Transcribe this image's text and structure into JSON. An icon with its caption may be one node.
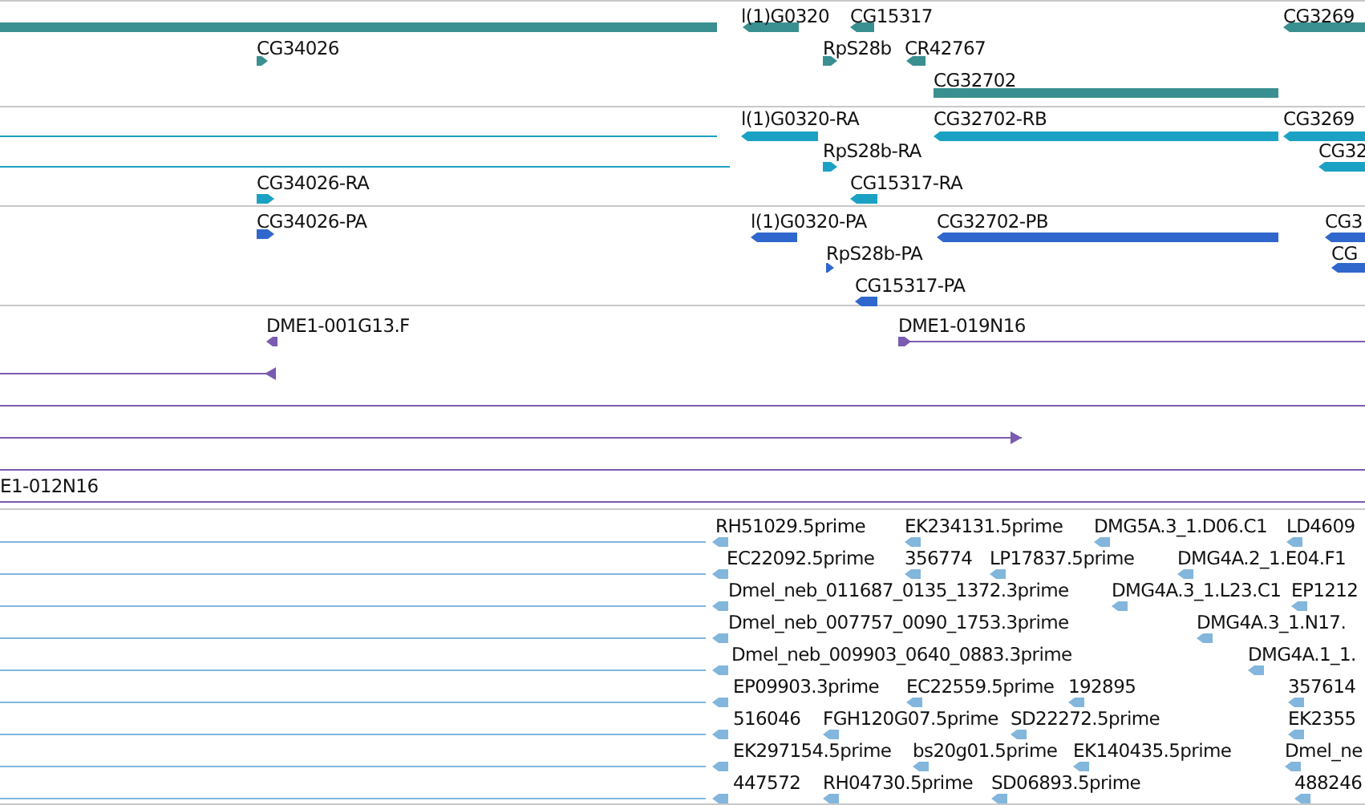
{
  "diagram": {
    "labels": [
      "l(1)G0320",
      "CG15317",
      "CG3269",
      "CG34026",
      "RpS28b",
      "CR42767",
      "CG32702",
      "l(1)G0320-RA",
      "CG32702-RB",
      "CG3269",
      "RpS28b-RA",
      "CG32",
      "CG34026-RA",
      "CG15317-RA",
      "CG34026-PA",
      "l(1)G0320-PA",
      "CG32702-PB",
      "CG3",
      "RpS28b-PA",
      "CG",
      "CG15317-PA",
      "DME1-001G13.F",
      "DME1-019N16",
      "E1-012N16",
      "RH51029.5prime",
      "EK234131.5prime",
      "DMG5A.3_1.D06.C1",
      "LD4609",
      "EC22092.5prime",
      "356774",
      "LP17837.5prime",
      "DMG4A.2_1.E04.F1",
      "Dmel_neb_011687_0135_1372.3prime",
      "DMG4A.3_1.L23.C1",
      "EP1212",
      "Dmel_neb_007757_0090_1753.3prime",
      "DMG4A.3_1.N17.",
      "Dmel_neb_009903_0640_0883.3prime",
      "DMG4A.1_1.",
      "EP09903.3prime",
      "EC22559.5prime",
      "192895",
      "357614",
      "516046",
      "FGH120G07.5prime",
      "SD22272.5prime",
      "EK2355",
      "EK297154.5prime",
      "bs20g01.5prime",
      "EK140435.5prime",
      "Dmel_ne",
      "447572",
      "RH04730.5prime",
      "SD06893.5prime",
      "488246"
    ]
  }
}
